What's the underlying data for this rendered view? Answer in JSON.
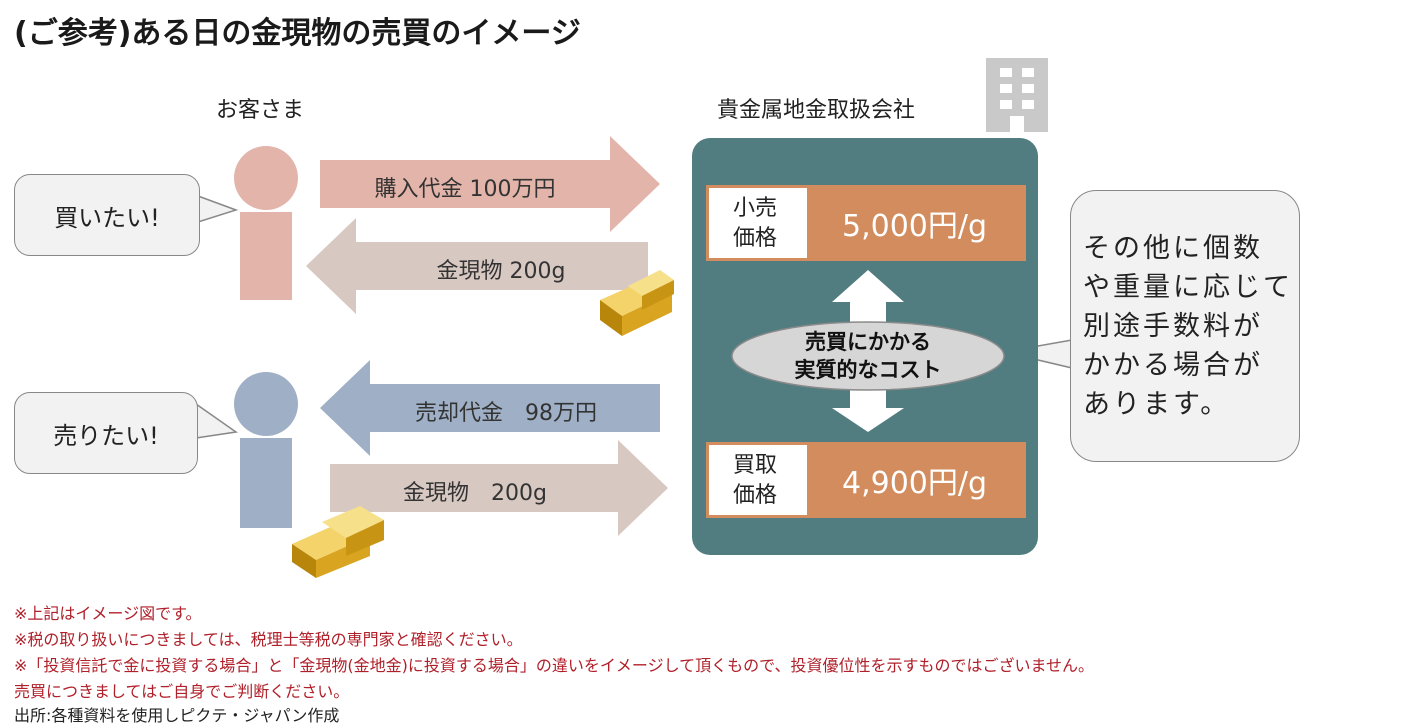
{
  "title": "(ご参考)ある日の金現物の売買のイメージ",
  "customer_label": "お客さま",
  "dealer_label": "貴金属地金取扱会社",
  "buy_bubble": "買いたい!",
  "sell_bubble": "売りたい!",
  "flows": {
    "purchase_payment": "購入代金 100万円",
    "gold_to_buyer": "金現物 200g",
    "sale_payment": "売却代金　98万円",
    "gold_from_seller": "金現物　200g"
  },
  "retail": {
    "label_line1": "小売",
    "label_line2": "価格",
    "value": "5,000円/g"
  },
  "buyback": {
    "label_line1": "買取",
    "label_line2": "価格",
    "value": "4,900円/g"
  },
  "cost_line1": "売買にかかる",
  "cost_line2": "実質的なコスト",
  "side_note_lines": [
    "その他に個数",
    "や重量に応じて",
    "別途手数料が",
    "かかる場合が",
    "あります。"
  ],
  "notes": [
    "※上記はイメージ図です。",
    "※税の取り扱いにつきましては、税理士等税の専門家と確認ください。",
    "※「投資信託で金に投資する場合」と「金現物(金地金)に投資する場合」の違いをイメージして頂くもので、投資優位性を示すものではございません。",
    "売買につきましてはご自身でご判断ください。",
    "出所:各種資料を使用しピクテ・ジャパン作成"
  ],
  "colors": {
    "buyer_figure": "#e3b4aa",
    "seller_figure": "#9fb0c6",
    "panel": "#527d80",
    "price_accent": "#d28c5d",
    "note_red": "#b0202a"
  }
}
